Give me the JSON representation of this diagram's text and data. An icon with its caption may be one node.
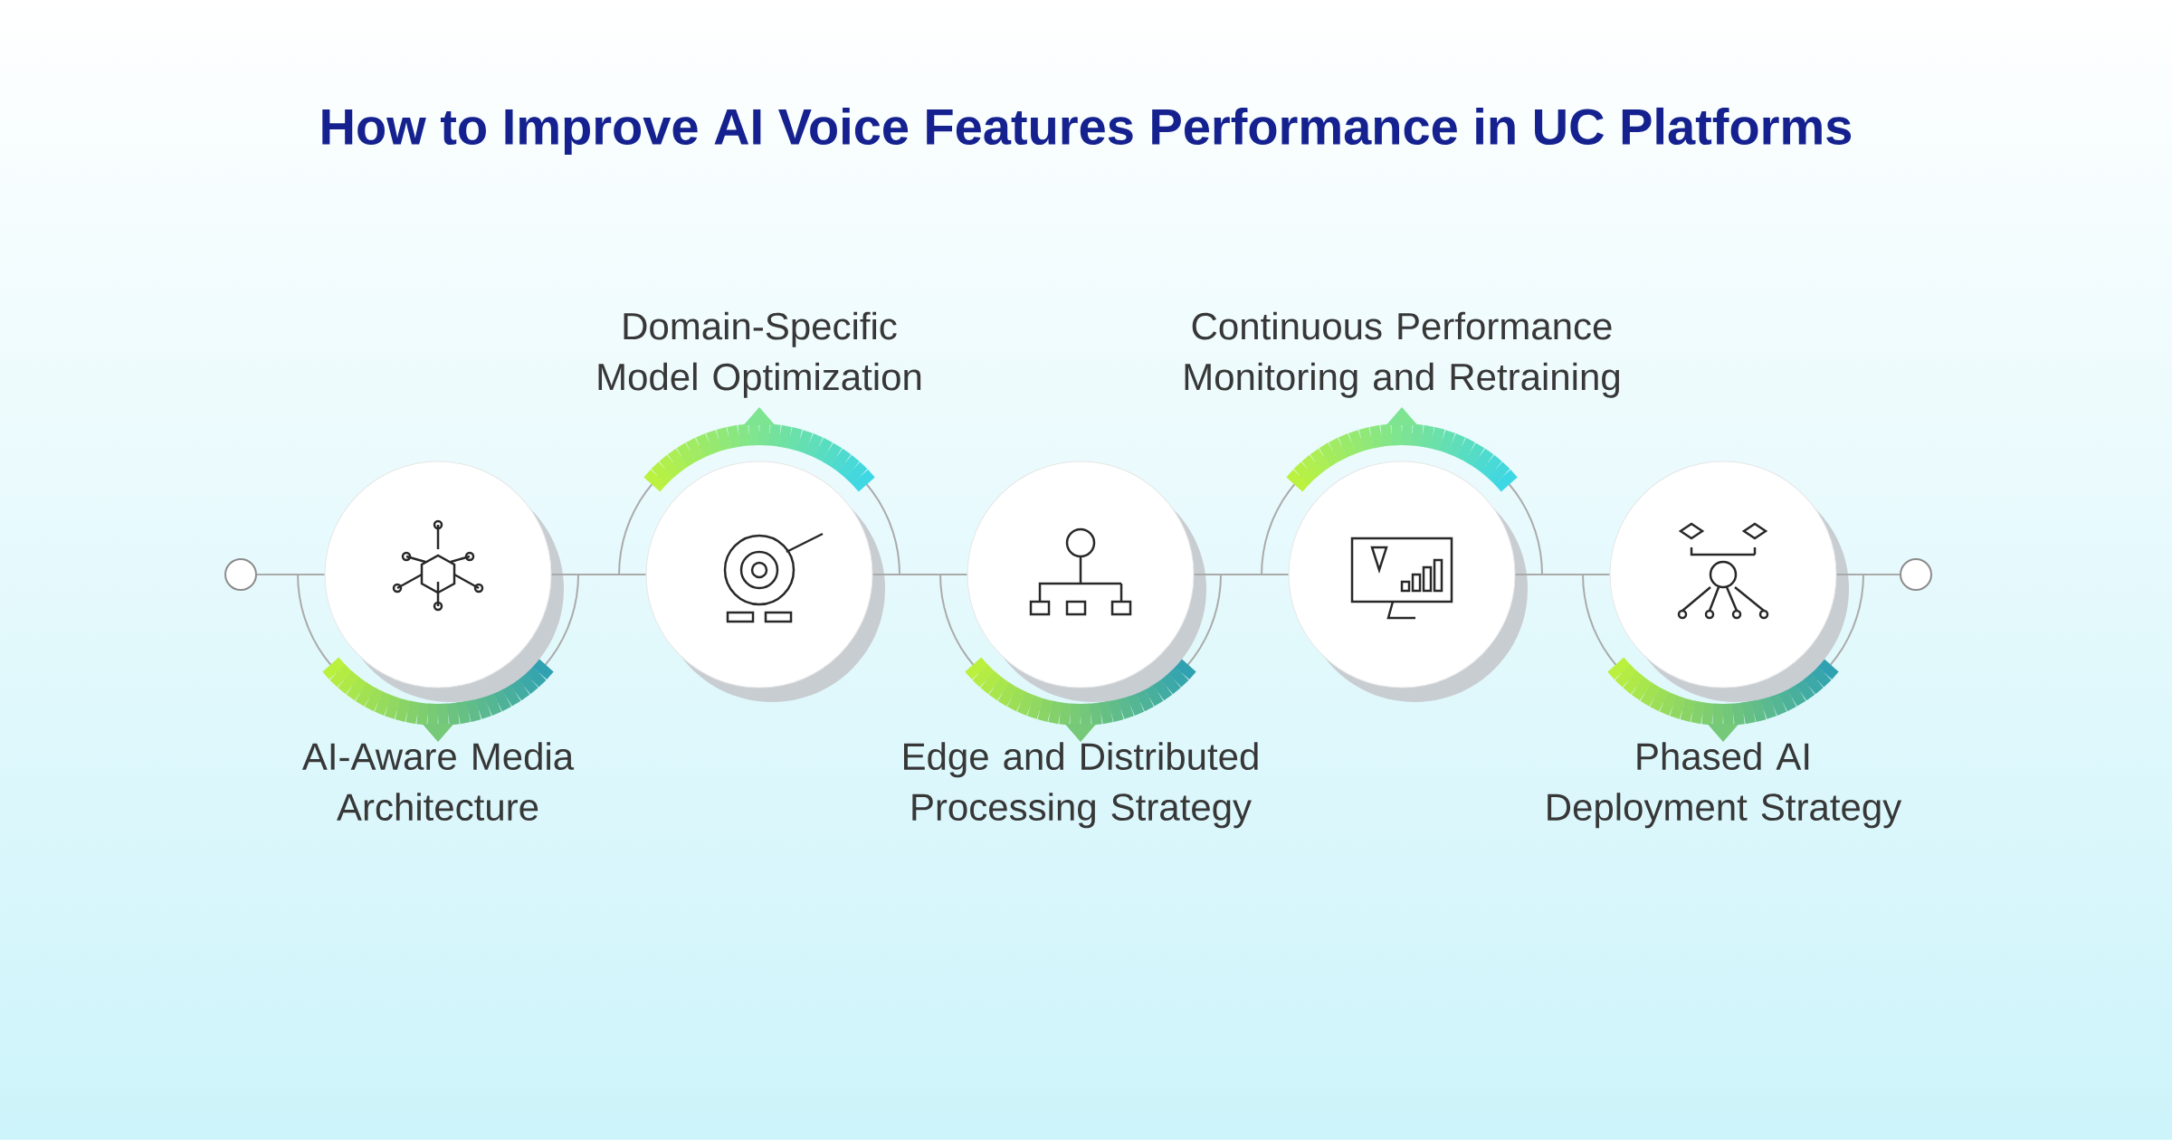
{
  "diagram": {
    "title": "How to Improve AI Voice Features Performance in UC Platforms",
    "nodes": [
      {
        "text": [],
        "shape": "circle"
      },
      {
        "text": [
          "AI-Aware Media Architecture"
        ]
      },
      {
        "text": [
          "Domain-Specific Model Optimization"
        ]
      },
      {
        "text": [
          "Edge and Distributed Processing Strategy"
        ]
      },
      {
        "text": [
          "Continuous Performance Monitoring and Retraining"
        ]
      },
      {
        "text": [
          "Phased AI Deployment Strategy"
        ]
      },
      {
        "text": [],
        "shape": "circle"
      }
    ],
    "edges": [
      {
        "from": 0,
        "to": 1,
        "arrow": "none"
      },
      {
        "from": 1,
        "to": 2,
        "arrow": "none"
      },
      {
        "from": 2,
        "to": 3,
        "arrow": "none"
      },
      {
        "from": 3,
        "to": 4,
        "arrow": "none"
      },
      {
        "from": 4,
        "to": 5,
        "arrow": "none"
      },
      {
        "from": 5,
        "to": 6,
        "arrow": "none"
      }
    ]
  }
}
